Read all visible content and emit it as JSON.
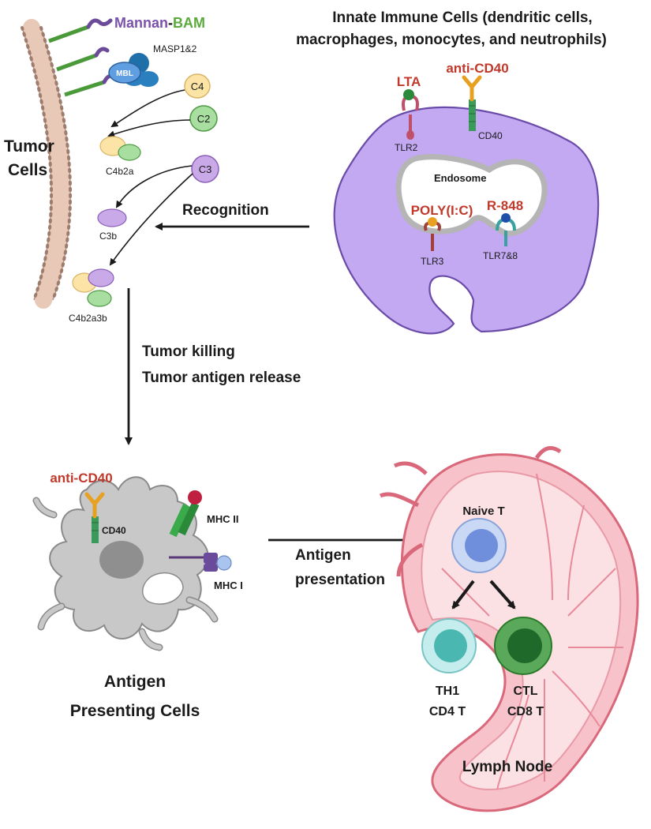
{
  "header": {
    "line1": "Innate Immune Cells (dendritic cells,",
    "line2": "macrophages, monocytes, and neutrophils)"
  },
  "tumor": {
    "label_line1": "Tumor",
    "label_line2": "Cells",
    "mannan": "Mannan",
    "dash": "-",
    "bam": "BAM",
    "masp": "MASP1&2",
    "mbl": "MBL",
    "c4": "C4",
    "c2": "C2",
    "c3": "C3",
    "c4b2a": "C4b2a",
    "c3b": "C3b",
    "c4b2a3b": "C4b2a3b"
  },
  "innate_cell": {
    "lta": "LTA",
    "tlr2": "TLR2",
    "anti_cd40": "anti-CD40",
    "cd40": "CD40",
    "endosome": "Endosome",
    "polyic": "POLY(I:C)",
    "r848": "R-848",
    "tlr3": "TLR3",
    "tlr78": "TLR7&8"
  },
  "flow": {
    "recognition": "Recognition",
    "killing1": "Tumor killing",
    "killing2": "Tumor antigen release",
    "presentation1": "Antigen",
    "presentation2": "presentation"
  },
  "apc": {
    "anti_cd40": "anti-CD40",
    "cd40": "CD40",
    "mhc2": "MHC II",
    "mhc1": "MHC I",
    "label_line1": "Antigen",
    "label_line2": "Presenting Cells"
  },
  "lymph": {
    "naive": "Naive T",
    "th1_line1": "TH1",
    "th1_line2": "CD4 T",
    "ctl_line1": "CTL",
    "ctl_line2": "CD8 T",
    "label": "Lymph Node"
  },
  "colors": {
    "red_label": "#c0392b",
    "mannan": "#7b52ab",
    "bam": "#5aaa3c",
    "innate_cell": "#c3a8f2",
    "apc_cell": "#c8c8c8",
    "lymph": "#f4a9b4",
    "membrane": "#9e7d6e"
  }
}
